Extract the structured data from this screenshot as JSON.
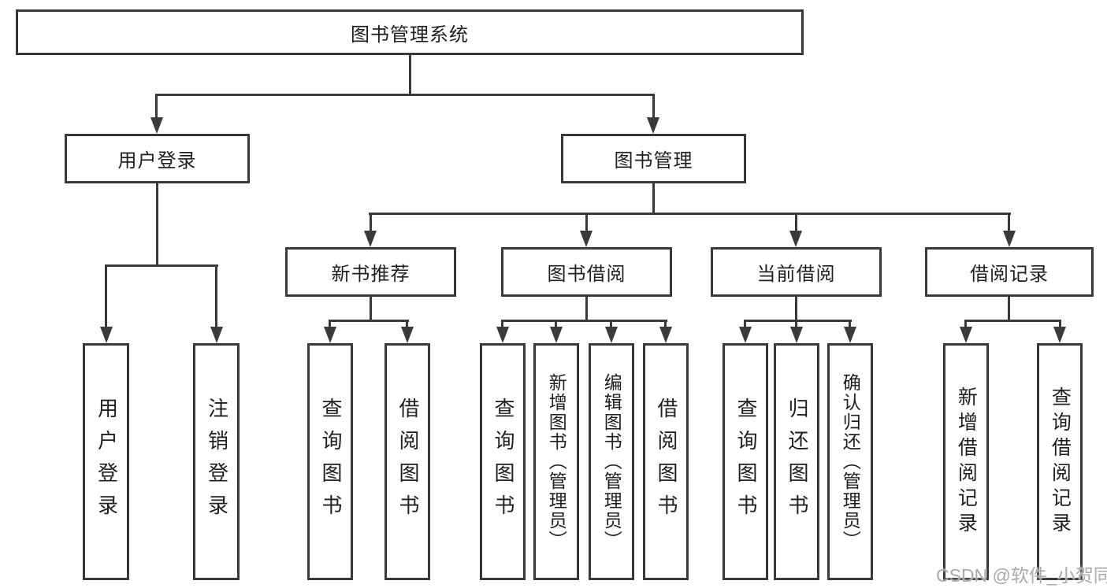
{
  "colors": {
    "line": "#3a3a3a",
    "text": "#1f1f1f",
    "background": "#ffffff",
    "watermark": "#aaaaaa"
  },
  "watermark_text": "CSDN @软件_小贺同学",
  "tree": {
    "root": "图书管理系统",
    "level2": [
      {
        "label": "用户登录",
        "children": [
          "用户登录",
          "注销登录"
        ]
      },
      {
        "label": "图书管理",
        "groups": [
          {
            "label": "新书推荐",
            "children": [
              "查询图书",
              "借阅图书"
            ]
          },
          {
            "label": "图书借阅",
            "children": [
              "查询图书",
              "新增图书（管理员）",
              "编辑图书（管理员）",
              "借阅图书"
            ]
          },
          {
            "label": "当前借阅",
            "children": [
              "查询图书",
              "归还图书",
              "确认归还（管理员）"
            ]
          },
          {
            "label": "借阅记录",
            "children": [
              "新增借阅记录",
              "查询借阅记录"
            ]
          }
        ]
      }
    ]
  }
}
